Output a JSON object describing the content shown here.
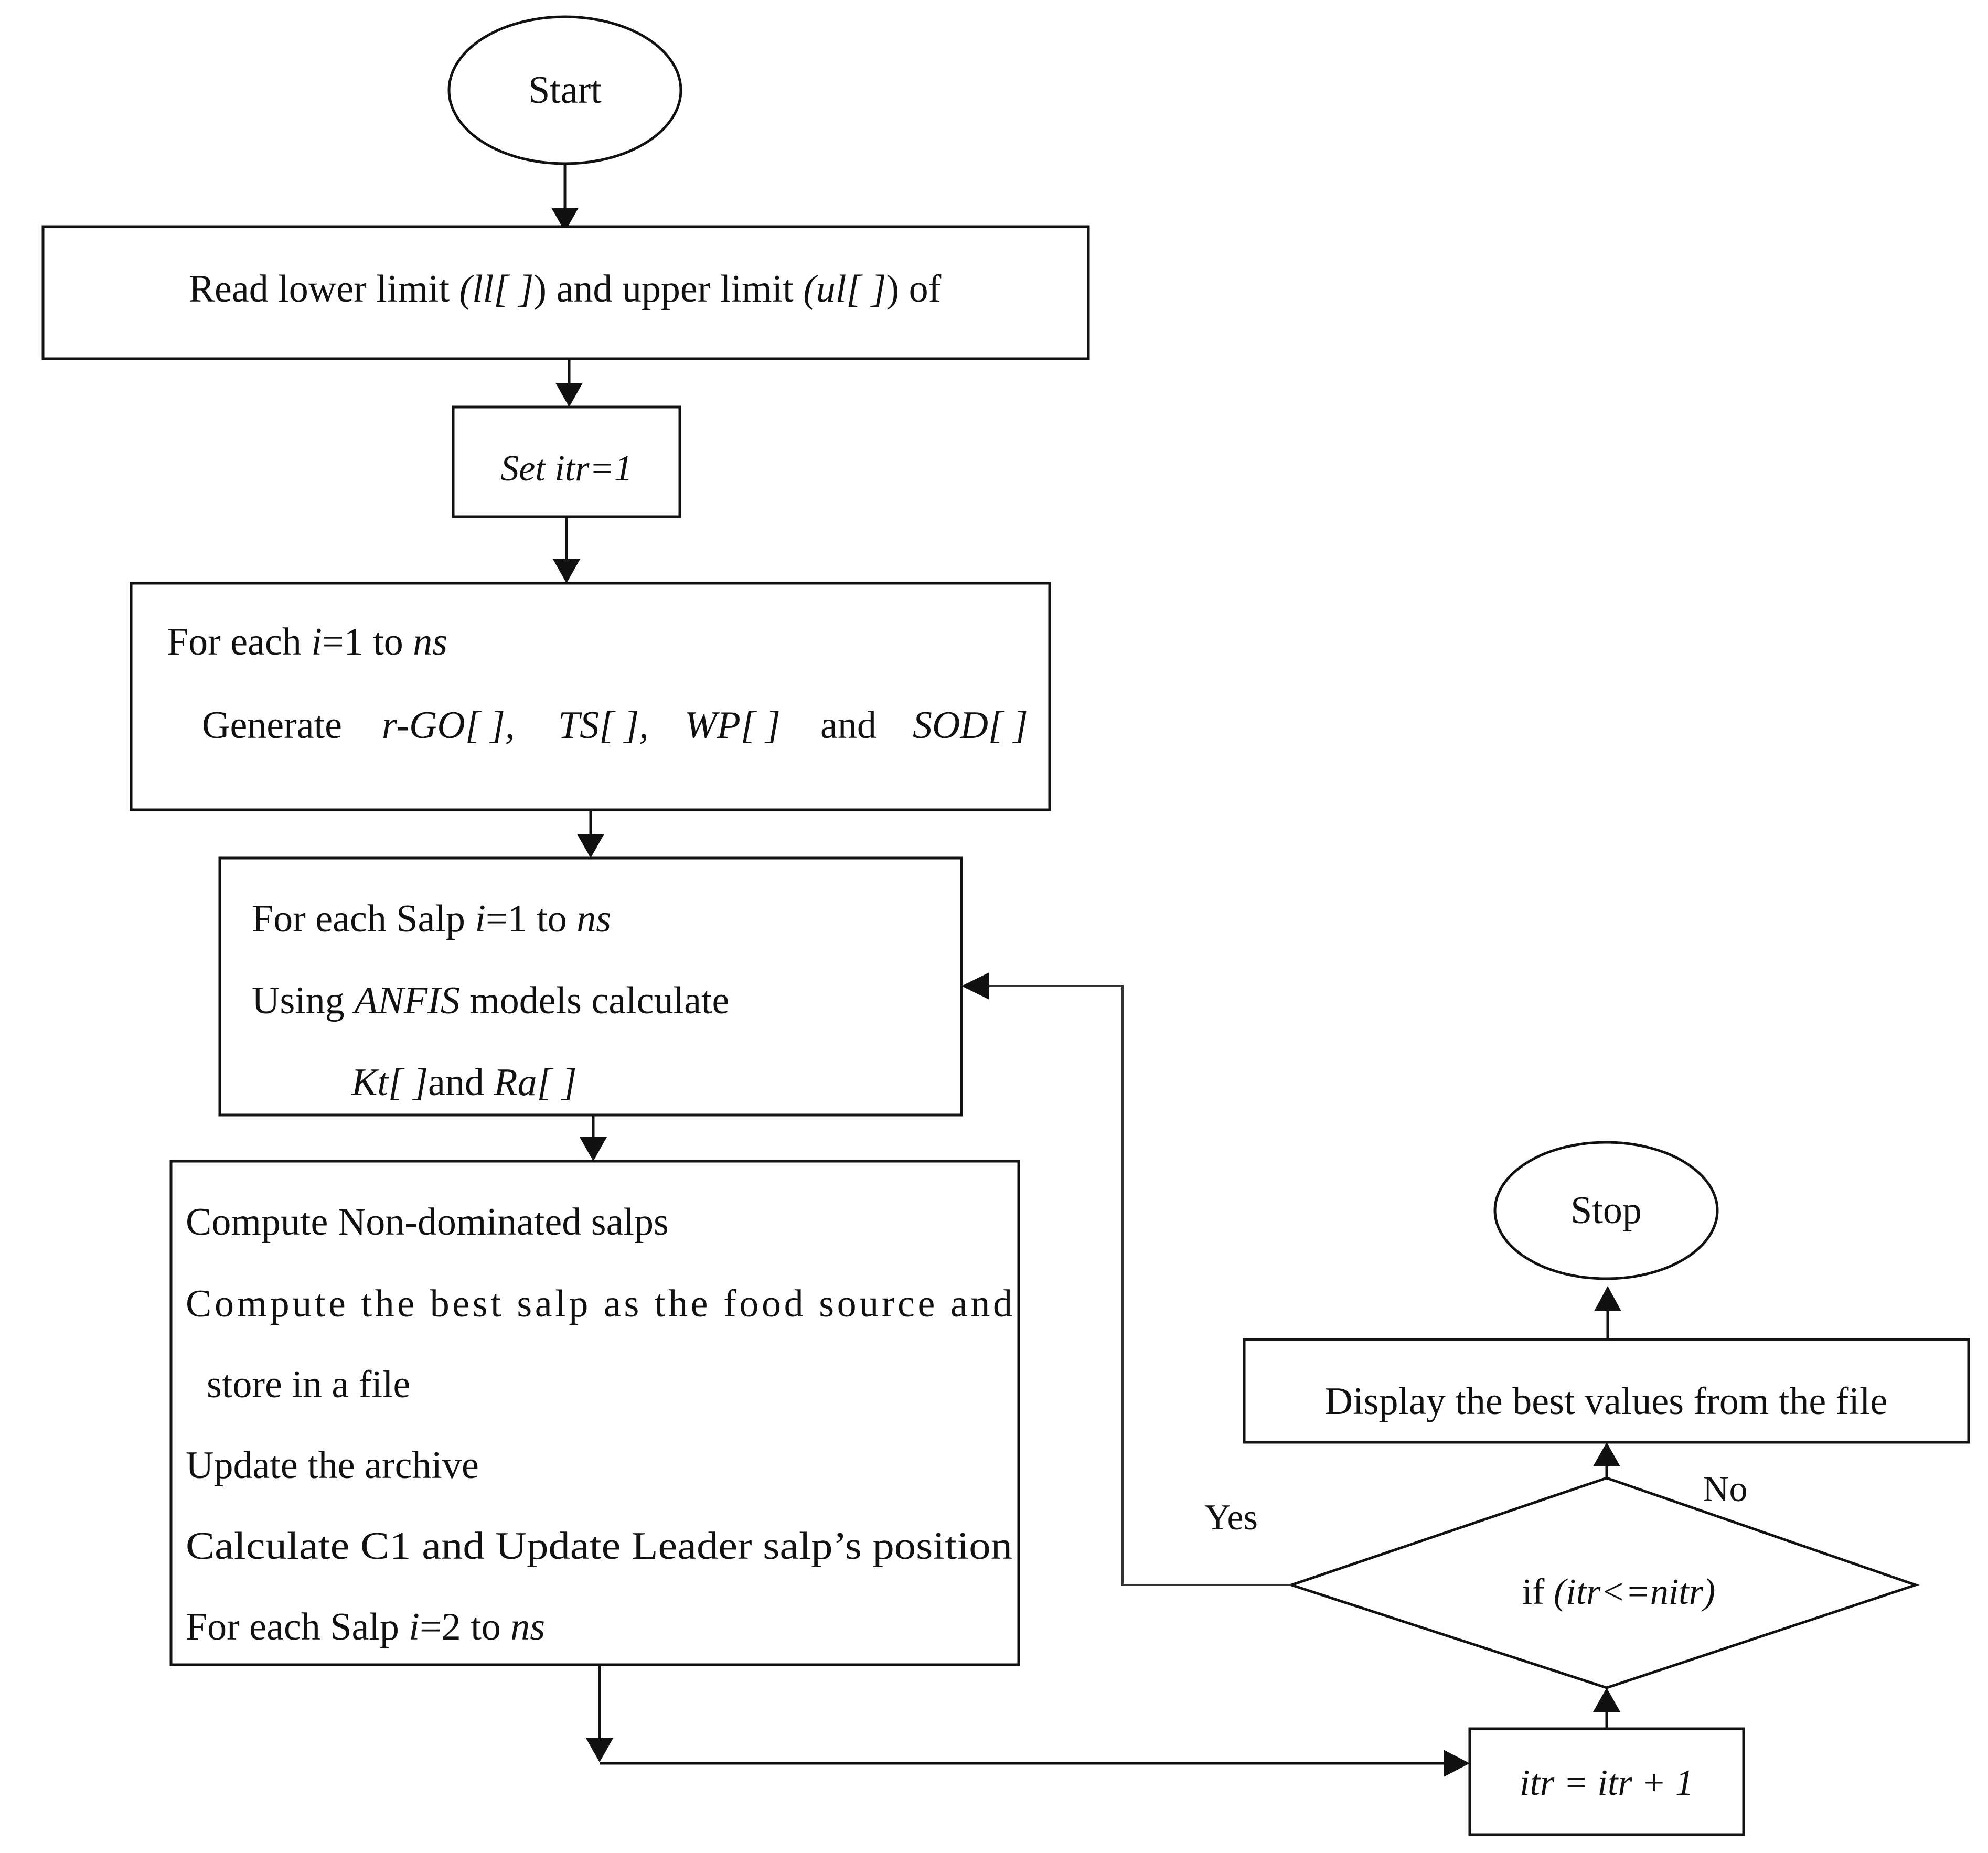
{
  "diagram": {
    "start": "Start",
    "stop": "Stop",
    "read_limits": {
      "t1": "Read lower limit ",
      "t2": "(ll[ ]",
      "t3": ") and upper limit ",
      "t4": "(ul[ ]",
      "t5": ") of"
    },
    "set_itr": "Set itr=1",
    "generate": {
      "line1_a": "For each ",
      "line1_b": "i",
      "line1_c": "=1 to ",
      "line1_d": "ns",
      "line2_a": "Generate ",
      "line2_b": "r-GO[ ],",
      "line2_c": "TS[ ],",
      "line2_d": "WP[ ]",
      "line2_e": "and",
      "line2_f": "SOD[ ]"
    },
    "anfis": {
      "line1_a": "For each Salp ",
      "line1_b": "i",
      "line1_c": "=1 to ",
      "line1_d": "ns",
      "line2_a": "Using ",
      "line2_b": "ANFIS",
      "line2_c": " models calculate",
      "line3_a": "Kt[ ]",
      "line3_b": "and ",
      "line3_c": "Ra[ ]"
    },
    "compute": {
      "line1": "Compute Non-dominated salps",
      "line2": "Compute the best salp as the food source and",
      "line3": "store in a file",
      "line4": "Update the archive",
      "line5": "Calculate C1 and Update Leader salp’s position",
      "line6_a": "For each Salp ",
      "line6_b": "i",
      "line6_c": "=2 to ",
      "line6_d": "ns"
    },
    "increment": "itr = itr + 1",
    "decision": {
      "a": "if ",
      "b": "(itr<=nitr)"
    },
    "yes": "Yes",
    "no": "No",
    "display": "Display the best values from the file"
  }
}
